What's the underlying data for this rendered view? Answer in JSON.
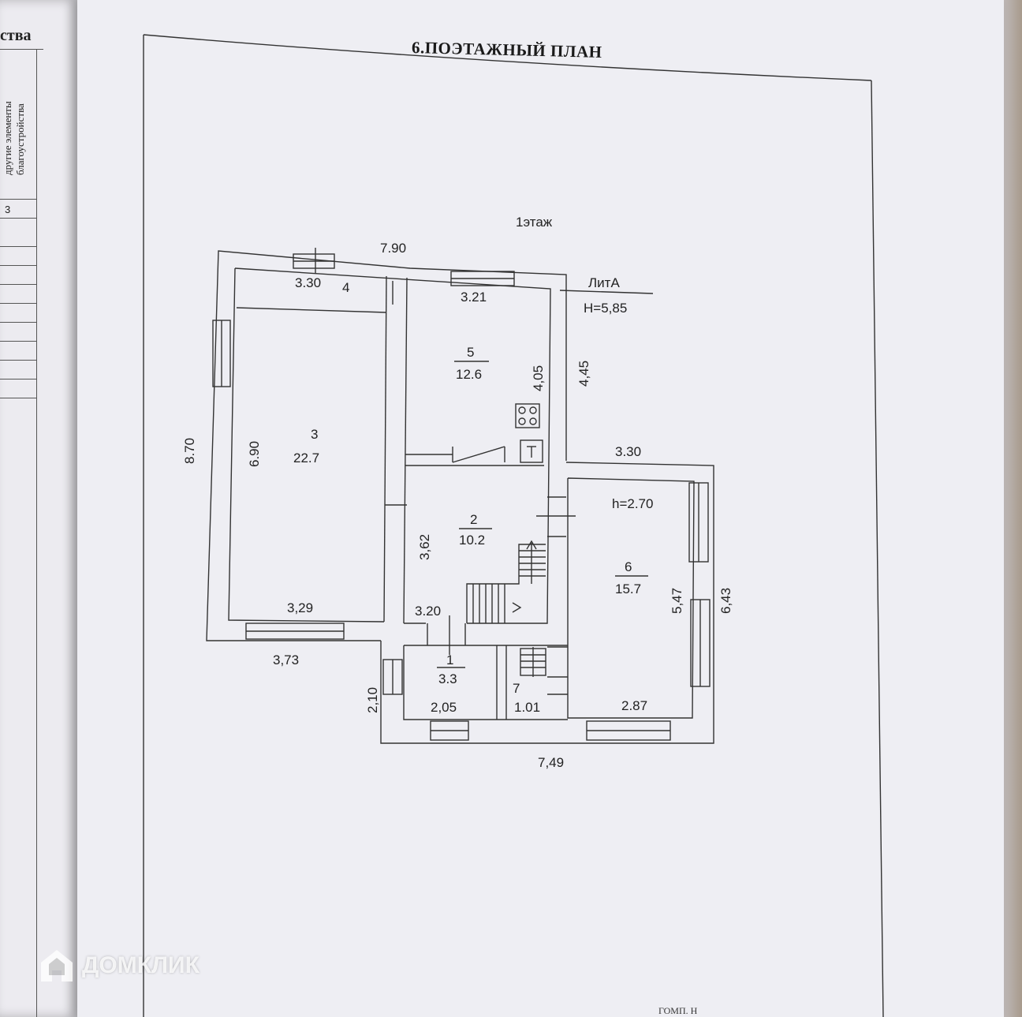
{
  "left_page": {
    "heading": "ства",
    "column_text": "другие элементы благоустройства",
    "cell_number": "3"
  },
  "document": {
    "title": "6.ПОЭТАЖНЫЙ ПЛАН",
    "floor_label": "1этаж",
    "letter_label": "ЛитА",
    "height_label": "H=5,85",
    "footer_text": "ГОМП. Н"
  },
  "rooms": [
    {
      "number": "1",
      "area": "3.3"
    },
    {
      "number": "2",
      "area": "10.2"
    },
    {
      "number": "3",
      "area": "22.7"
    },
    {
      "number": "4",
      "area": ""
    },
    {
      "number": "5",
      "area": "12.6"
    },
    {
      "number": "6",
      "area": "15.7"
    },
    {
      "number": "7",
      "area": "1.01"
    }
  ],
  "room6_height": "h=2.70",
  "dimensions": {
    "top_total": "7.90",
    "room4_width": "3.30",
    "room5_width": "3.21",
    "right_upper": "4,45",
    "room5_depth": "4,05",
    "left_total": "8.70",
    "room3_depth": "6.90",
    "room3_width": "3,29",
    "annex_top": "3.30",
    "room2_depth": "3,62",
    "room2_width": "3.20",
    "room6_depth": "5,47",
    "annex_right": "6,43",
    "bottom_left": "3,73",
    "porch_depth": "2,10",
    "room1_width": "2,05",
    "room6_width": "2.87",
    "bottom_total": "7,49"
  },
  "watermark": {
    "brand": "ДОМКЛИК",
    "icon": "house-logo-icon"
  },
  "colors": {
    "paper": "#eeeef3",
    "ink": "#222222"
  }
}
